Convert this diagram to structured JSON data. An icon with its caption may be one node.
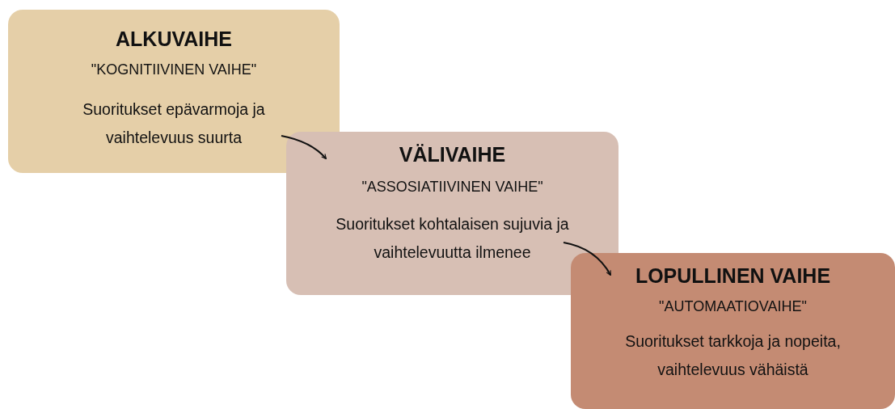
{
  "diagram": {
    "nodes": [
      {
        "text": [
          "ALKUVAIHE",
          "\"KOGNITIIVINEN VAIHE\"",
          "Suoritukset epävarmoja ja vaihtelevuus suurta"
        ]
      },
      {
        "text": [
          "VÄLIVAIHE",
          "\"ASSOSIATIIVINEN VAIHE\"",
          "Suoritukset kohtalaisen sujuvia ja vaihtelevuutta ilmenee"
        ]
      },
      {
        "text": [
          "LOPULLINEN VAIHE",
          "\"AUTOMAATIOVAIHE\"",
          "Suoritukset tarkkoja ja nopeita, vaihtelevuus vähäistä"
        ]
      }
    ],
    "edges": [
      {
        "from": 0,
        "to": 1,
        "arrow": "to"
      },
      {
        "from": 1,
        "to": 2,
        "arrow": "to"
      }
    ]
  }
}
